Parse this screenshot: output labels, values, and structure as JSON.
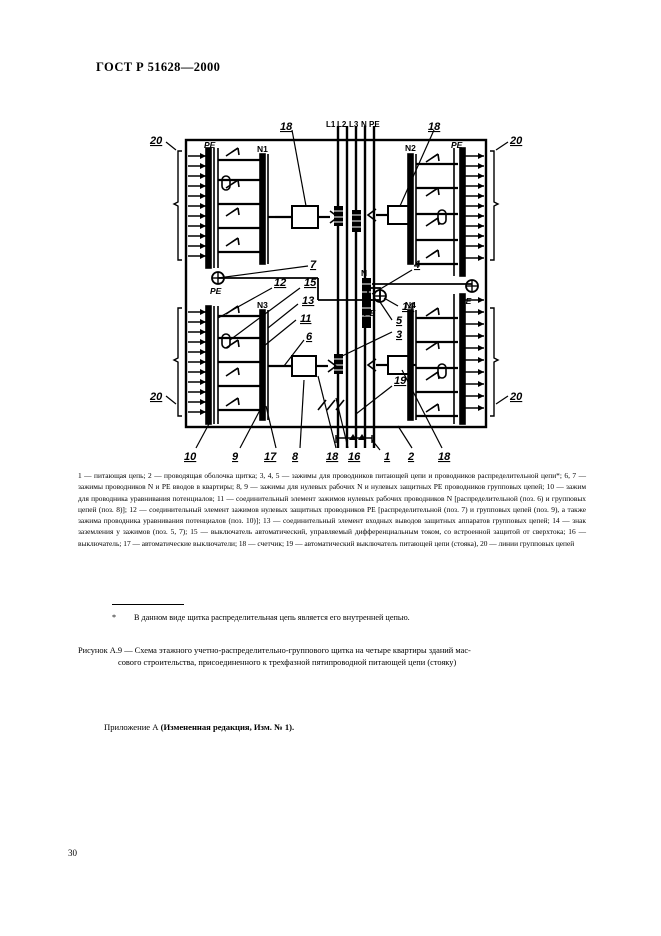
{
  "document": {
    "standard_header": "ГОСТ Р 51628—2000",
    "page_number": "30"
  },
  "figure": {
    "bus_labels": [
      "L1",
      "L2",
      "L3",
      "N",
      "PE"
    ],
    "panel_labels": {
      "n1": "N1",
      "n2": "N2",
      "n3": "N3",
      "n4": "N4",
      "pe_top_left": "PE",
      "pe_top_right": "PE",
      "pe_mid_left": "PE",
      "pe_mid_right": "PE",
      "pe_center": "PE",
      "n_center": "N"
    },
    "callouts": {
      "c1": "1",
      "c2": "2",
      "c3": "3",
      "c4": "4",
      "c5": "5",
      "c6": "6",
      "c7": "7",
      "c8": "8",
      "c9": "9",
      "c10": "10",
      "c11": "11",
      "c12": "12",
      "c13": "13",
      "c14": "14",
      "c15": "15",
      "c16": "16",
      "c17": "17",
      "c18_top_left": "18",
      "c18_top_right": "18",
      "c18_bottom_left": "18",
      "c18_bottom_right": "18",
      "c19": "19",
      "c20_tl": "20",
      "c20_tr": "20",
      "c20_bl": "20",
      "c20_br": "20"
    }
  },
  "legend": {
    "text": "1 — питающая цепь; 2 — проводящая оболочка щитка; 3, 4, 5 — зажимы для проводников питающей цепи и проводников распределительной цепи*; 6, 7 — зажимы проводников N и PE вводов в квартиры; 8, 9 — зажимы для нулевых рабочих N и нулевых защитных PE проводников групповых цепей; 10 — зажим для проводника уравнивания потенциалов; 11 — соединительный элемент зажимов нулевых рабочих проводников N [распределительной (поз. 6) и групповых цепей (поз. 8)]; 12 — соединительный элемент зажимов нулевых защитных проводников PE [распределительной (поз. 7) и групповых цепей (поз. 9), а также зажима проводника уравнивания потенциалов (поз. 10)]; 13 — соединительный элемент входных выводов защитных аппаратов групповых цепей; 14 — знак заземления у зажимов (поз. 5, 7); 15 — выключатель автоматический, управляемый дифференциальным током, со встроенной защитой от сверхтока; 16 — выключатель; 17 — автоматические выключатели; 18 — счетчик; 19 — автоматический выключатель питающей цепи (стояка), 20 — линии групповых цепей"
  },
  "footnote": {
    "marker": "*",
    "text": "В данном виде щитка распределительная цепь является его внутренней цепью."
  },
  "figure_caption": {
    "line1": "Рисунок А.9 — Схема этажного учетно-распределительно-группового щитка на четыре квартиры зданий мас-",
    "line2": "сового строительства, присоединенного к трехфазной пятипроводной питающей цепи (стояку)"
  },
  "appendix_note": {
    "plain": "Приложение А  ",
    "bold": "(Измененная редакция, Изм. № 1)."
  }
}
